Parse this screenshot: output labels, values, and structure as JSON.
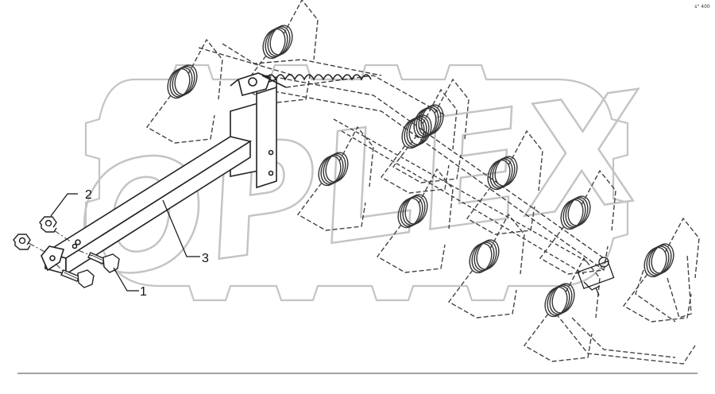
{
  "corner_code": "s° 400",
  "watermark": {
    "text": "OPLEX",
    "color": "#c4c4c4"
  },
  "colors": {
    "line": "#222222",
    "dashed": "#555555",
    "rule": "#444444"
  },
  "callouts": [
    {
      "id": "1",
      "text": "1",
      "part": "bolt"
    },
    {
      "id": "2",
      "text": "2",
      "part": "nut"
    },
    {
      "id": "3",
      "text": "3",
      "part": "arm"
    }
  ]
}
